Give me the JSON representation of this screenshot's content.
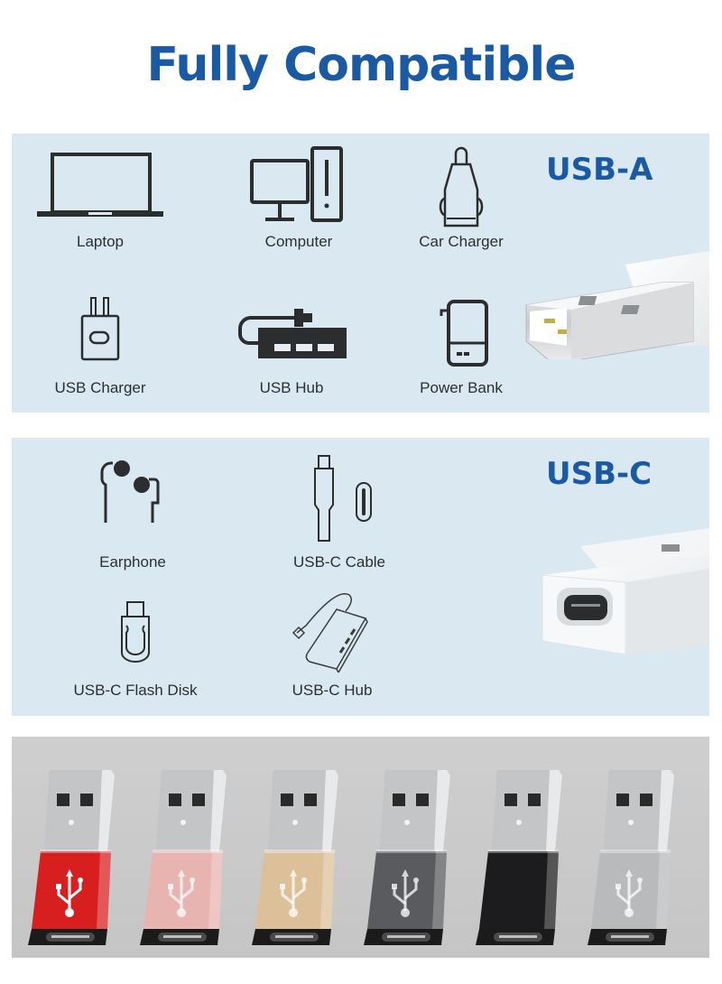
{
  "title": "Fully Compatible",
  "sections": {
    "usb_a": {
      "label": "USB-A",
      "items": [
        {
          "label": "Laptop",
          "icon": "laptop-icon"
        },
        {
          "label": "Computer",
          "icon": "desktop-computer-icon"
        },
        {
          "label": "Car Charger",
          "icon": "car-charger-icon"
        },
        {
          "label": "USB Charger",
          "icon": "wall-charger-icon"
        },
        {
          "label": "USB Hub",
          "icon": "usb-hub-icon"
        },
        {
          "label": "Power Bank",
          "icon": "power-bank-icon"
        }
      ],
      "image": "usb-a-male-connector-photo"
    },
    "usb_c": {
      "label": "USB-C",
      "items": [
        {
          "label": "Earphone",
          "icon": "earphone-icon"
        },
        {
          "label": "USB-C Cable",
          "icon": "usb-c-cable-icon"
        },
        {
          "label": "USB-C Flash Disk",
          "icon": "flash-disk-icon"
        },
        {
          "label": "USB-C Hub",
          "icon": "usb-c-hub-icon"
        }
      ],
      "image": "usb-c-female-adapter-photo"
    }
  },
  "adapters": {
    "colors": [
      {
        "name": "red",
        "hex": "#d81f1f"
      },
      {
        "name": "rose-gold",
        "hex": "#e8b4b0"
      },
      {
        "name": "gold",
        "hex": "#dcc09a"
      },
      {
        "name": "space-gray",
        "hex": "#5a5b5e"
      },
      {
        "name": "black",
        "hex": "#1c1c1e"
      },
      {
        "name": "silver",
        "hex": "#b9babc"
      }
    ]
  }
}
